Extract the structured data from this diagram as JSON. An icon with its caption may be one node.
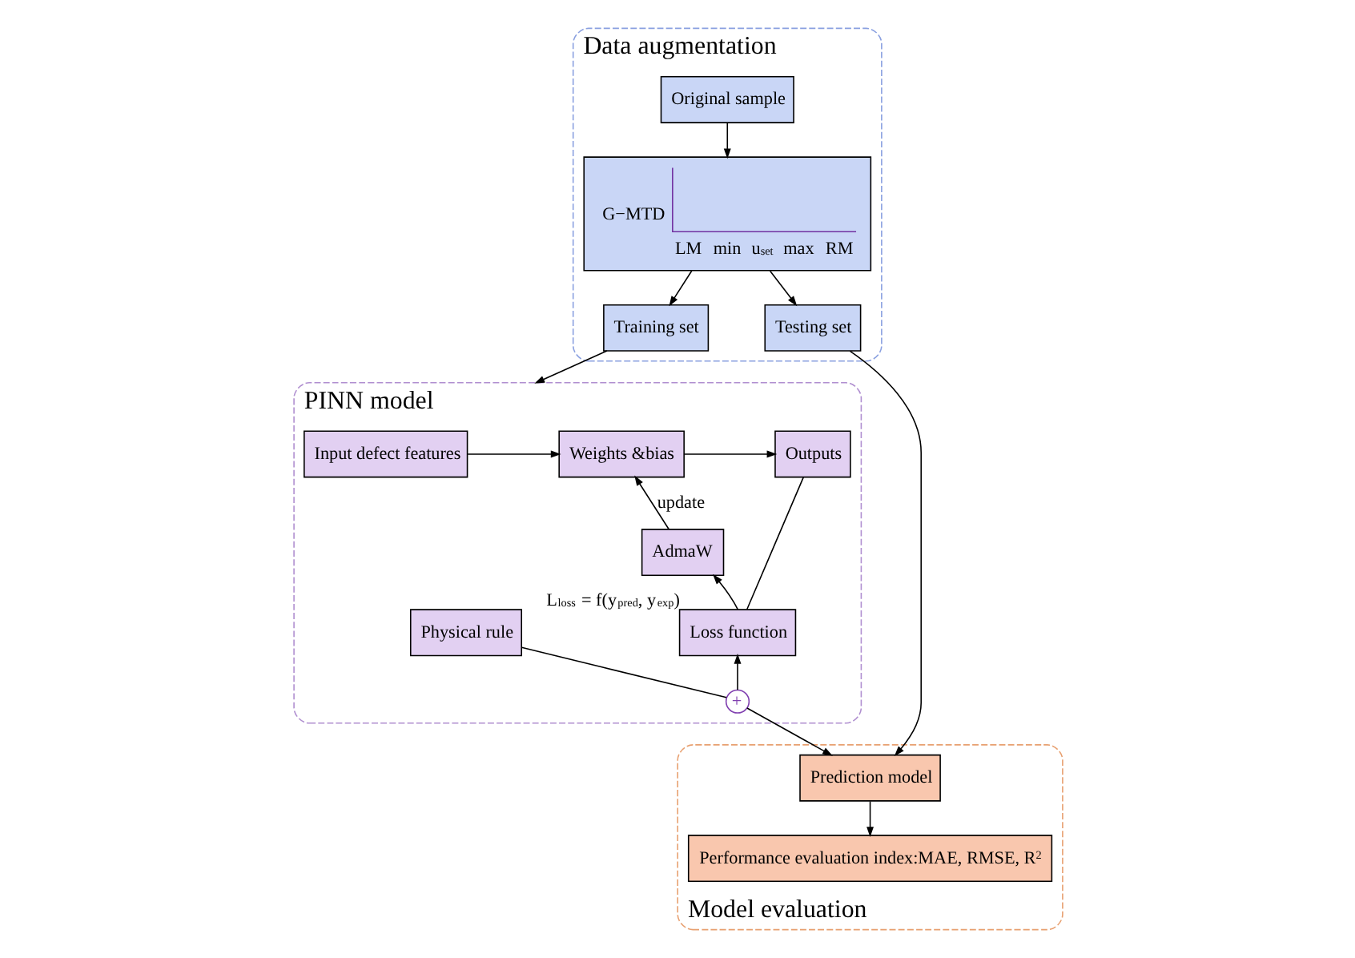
{
  "diagram": {
    "nodes": [
      {
        "text": [
          "Data augmentation"
        ]
      },
      {
        "text": [
          "Original sample"
        ],
        "in": 0
      },
      {
        "text": [
          "G−MTD",
          "LM",
          "min",
          "u$_{set}$",
          "max",
          "RM"
        ],
        "in": 0
      },
      {
        "text": [
          "Training set"
        ],
        "in": 0
      },
      {
        "text": [
          "Testing set"
        ],
        "in": 0
      },
      {
        "text": [
          "PINN model"
        ]
      },
      {
        "text": [
          "Input defect features"
        ],
        "in": 5
      },
      {
        "text": [
          "Weights &bias"
        ],
        "in": 5
      },
      {
        "text": [
          "Outputs"
        ],
        "in": 5
      },
      {
        "text": [
          "AdmaW"
        ],
        "in": 5
      },
      {
        "text": [
          "Physical rule"
        ],
        "in": 5
      },
      {
        "text": [
          "Loss function"
        ],
        "in": 5,
        "beside": [
          "L$_{loss}$ = f(y$_{pred}$, y$_{exp}$)"
        ]
      },
      {
        "text": [
          "+"
        ],
        "in": 5
      },
      {
        "text": [
          "Model evaluation"
        ]
      },
      {
        "text": [
          "Prediction model"
        ],
        "in": 13
      },
      {
        "text": [
          "Performance evaluation index:MAE, RMSE, R$^{2}$"
        ],
        "in": 13
      }
    ],
    "edges": [
      {
        "from": 1,
        "to": 2,
        "arrow": "to"
      },
      {
        "from": 2,
        "to": 3,
        "arrow": "to"
      },
      {
        "from": 2,
        "to": 4,
        "arrow": "to"
      },
      {
        "from": 3,
        "to": 5,
        "arrow": "to"
      },
      {
        "from": 4,
        "to": 14,
        "arrow": "to"
      },
      {
        "from": 6,
        "to": 7,
        "arrow": "to"
      },
      {
        "from": 7,
        "to": 8,
        "arrow": "to"
      },
      {
        "from": 9,
        "to": 7,
        "arrow": "to",
        "label": "update"
      },
      {
        "from": 8,
        "to": 11,
        "arrow": "none"
      },
      {
        "from": 11,
        "to": 9,
        "arrow": "to"
      },
      {
        "from": 10,
        "to": 12,
        "arrow": "none"
      },
      {
        "from": 12,
        "to": 11,
        "arrow": "to"
      },
      {
        "from": 12,
        "to": 14,
        "arrow": "to"
      },
      {
        "from": 14,
        "to": 15,
        "arrow": "to"
      }
    ]
  }
}
